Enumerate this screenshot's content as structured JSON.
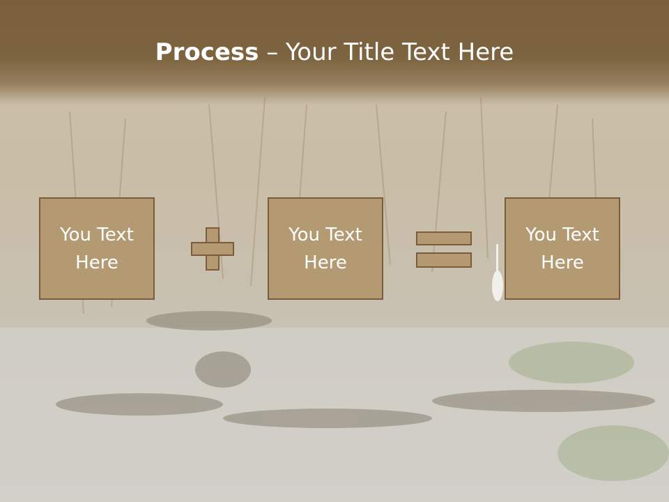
{
  "slide": {
    "title_bold": "Process",
    "title_dash": " – ",
    "title_rest": "Your Title Text Here"
  },
  "boxes": [
    {
      "text": "You Text\nHere"
    },
    {
      "text": "You Text\nHere"
    },
    {
      "text": "You Text\nHere"
    }
  ],
  "operators": [
    "plus",
    "equals"
  ],
  "colors": {
    "header": "#7d6440",
    "box_fill": "#b49a72",
    "box_border": "#7b5b3a",
    "text": "#ffffff"
  }
}
